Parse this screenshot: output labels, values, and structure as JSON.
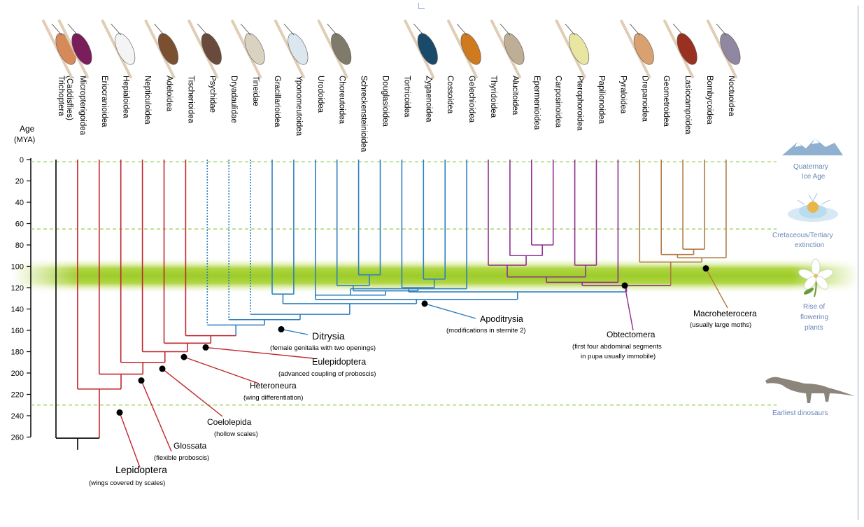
{
  "axis": {
    "title_line1": "Age",
    "title_line2": "(MYA)",
    "ticks": [
      "0",
      "20",
      "40",
      "60",
      "80",
      "100",
      "120",
      "140",
      "160",
      "180",
      "200",
      "220",
      "240",
      "260"
    ]
  },
  "taxa": [
    {
      "name": "Trichoptera",
      "sub": "(Caddisflies)",
      "color": "#000000",
      "age": 0
    },
    {
      "name": "Micropterigoidea",
      "color": "#c0262c",
      "age": 0
    },
    {
      "name": "Eriocranioidea",
      "color": "#c0262c",
      "age": 0
    },
    {
      "name": "Hepialoidea",
      "color": "#c0262c",
      "age": 0
    },
    {
      "name": "Nepticuloidea",
      "color": "#c0262c",
      "age": 0
    },
    {
      "name": "Adeloidea",
      "color": "#c0262c",
      "age": 0
    },
    {
      "name": "Tischerioidea",
      "color": "#c0262c",
      "age": 0
    },
    {
      "name": "Psychidae",
      "color": "#2f7fc1",
      "age": 0,
      "dotted": true
    },
    {
      "name": "Dryadaulidae",
      "color": "#2f7fc1",
      "age": 0,
      "dotted": true
    },
    {
      "name": "Tineidae",
      "color": "#2f7fc1",
      "age": 0,
      "dotted": true
    },
    {
      "name": "Gracillarioidea",
      "color": "#2f7fc1",
      "age": 0
    },
    {
      "name": "Yponomeutoidea",
      "color": "#2f7fc1",
      "age": 0
    },
    {
      "name": "Urodoidea",
      "color": "#2f7fc1",
      "age": 0
    },
    {
      "name": "Choreutoidea",
      "color": "#2f7fc1",
      "age": 0
    },
    {
      "name": "Schreckensteinioidea",
      "color": "#2f7fc1",
      "age": 0
    },
    {
      "name": "Douglasioidea",
      "color": "#2f7fc1",
      "age": 0
    },
    {
      "name": "Tortricoidea",
      "color": "#2f7fc1",
      "age": 0
    },
    {
      "name": "Zygaenoidea",
      "color": "#2f7fc1",
      "age": 0
    },
    {
      "name": "Cossoidea",
      "color": "#2f7fc1",
      "age": 0
    },
    {
      "name": "Gelechioidea",
      "color": "#2f7fc1",
      "age": 0
    },
    {
      "name": "Thyridoidea",
      "color": "#8e2f8f",
      "age": 0
    },
    {
      "name": "Alucitoidea",
      "color": "#8e2f8f",
      "age": 0
    },
    {
      "name": "Epermenioidea",
      "color": "#8e2f8f",
      "age": 0
    },
    {
      "name": "Carposinoidea",
      "color": "#8e2f8f",
      "age": 0
    },
    {
      "name": "Pterophoroidea",
      "color": "#8e2f8f",
      "age": 0
    },
    {
      "name": "Papilionoidea",
      "color": "#8e2f8f",
      "age": 0
    },
    {
      "name": "Pyraloidea",
      "color": "#8e2f8f",
      "age": 0
    },
    {
      "name": "Drepanoidea",
      "color": "#b07a44",
      "age": 0
    },
    {
      "name": "Geometroidea",
      "color": "#b07a44",
      "age": 0
    },
    {
      "name": "Lasiocampoidea",
      "color": "#b07a44",
      "age": 0
    },
    {
      "name": "Bombycoidea",
      "color": "#b07a44",
      "age": 0
    },
    {
      "name": "Noctuoidea",
      "color": "#b07a44",
      "age": 0
    }
  ],
  "clades": {
    "lepidoptera": {
      "name": "Lepidoptera",
      "desc": "(wings covered by scales)",
      "age": 237
    },
    "glossata": {
      "name": "Glossata",
      "desc": "(flexible proboscis)",
      "age": 207
    },
    "coelolepida": {
      "name": "Coelolepida",
      "desc": "(hollow scales)",
      "age": 196
    },
    "heteroneura": {
      "name": "Heteroneura",
      "desc": "(wing differentiation)",
      "age": 185
    },
    "eulepidoptera": {
      "name": "Eulepidoptera",
      "desc": "(advanced coupling of proboscis)",
      "age": 176
    },
    "ditrysia": {
      "name": "Ditrysia",
      "desc": "(female genitalia with two openings)",
      "age": 159
    },
    "apoditrysia": {
      "name": "Apoditrysia",
      "desc": "(modifications in sternite 2)",
      "age": 135
    },
    "obtectomera": {
      "name": "Obtectomera",
      "desc1": "(first four abdominal segments",
      "desc2": "in pupa usually immobile)",
      "age": 118
    },
    "macroheterocera": {
      "name": "Macroheterocera",
      "desc": "(usually large moths)",
      "age": 102
    }
  },
  "events": {
    "ice_age": {
      "line1": "Quaternary",
      "line2": "Ice Age",
      "age": 2
    },
    "extinction": {
      "line1": "Cretaceous/Tertiary",
      "line2": "extinction",
      "age": 65
    },
    "flowering": {
      "line1": "Rise of",
      "line2": "flowering",
      "line3": "plants"
    },
    "dinosaurs": {
      "line1": "Earliest dinosaurs",
      "age": 230
    }
  },
  "colors": {
    "outgroup": "#000000",
    "basal": "#c0262c",
    "ditrysia": "#2f7fc1",
    "obtectomera": "#8e2f8f",
    "macroheterocera": "#b07a44",
    "band": "#9ccc2a",
    "dashed": "#8fcf4a",
    "event_text": "#6c86b8"
  }
}
